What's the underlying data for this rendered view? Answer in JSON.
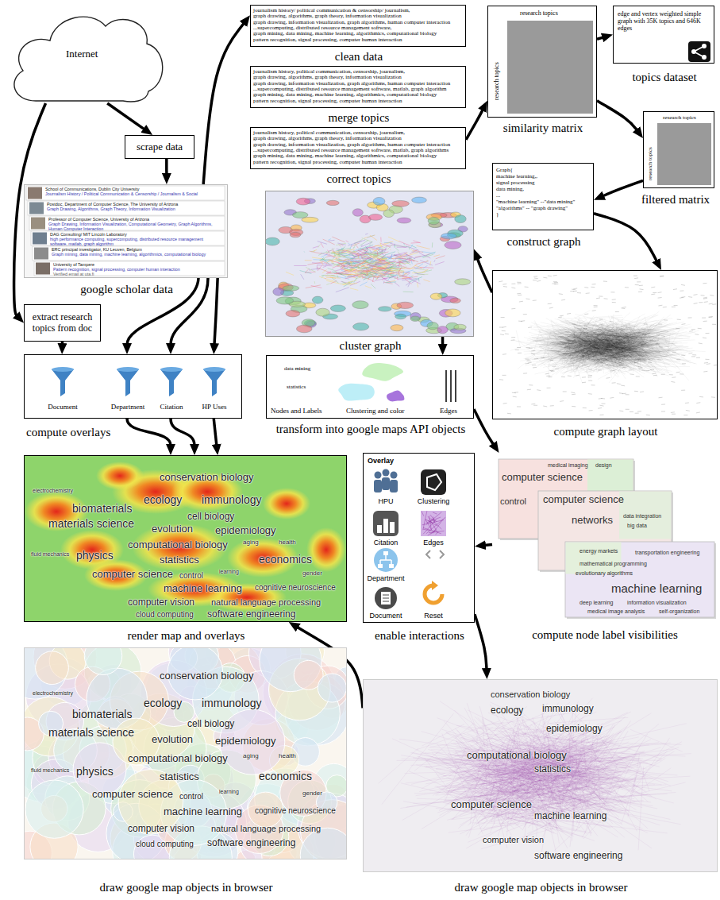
{
  "diagram": {
    "nodes": [
      {
        "text": [
          "Internet"
        ]
      },
      {
        "text": [
          "scrape data"
        ]
      },
      {
        "text": [
          "journalism history/ political communication & censorship/ journalism,",
          "graph drawing, algorithms, graph theory, information visualization",
          "graph drawing, information visualization, graph algorithms, human computer interaction",
          "...supercomputing, distributed resource management software,",
          "graph mining, data mining, machine learning, algorithmics, computational biology",
          "pattern recognition, signal processing, computer human interaction",
          "clean data"
        ]
      },
      {
        "text": [
          "journalism history, political communication, censorship, journalism,",
          "graph drawing, algorithms, graph theory, information visualization",
          "graph drawing, information visualization, graph algorithms, human computer interaction",
          "...supercomputing, distributed resource management software, matlab, graph algorithm",
          "graph mining, data mining, machine learning, algorithmics, computational biology",
          "pattern recognition, signal processing, computer human interaction",
          "merge topics"
        ]
      },
      {
        "text": [
          "journalism history, political communication, censorship, journalism,",
          "graph drawing, algorithms, graph theory, information visualization",
          "graph drawing, information visualization, graph algorithms, human computer interaction",
          "...supercomputing, distributed resource management software, matlab, graph algorithms",
          "graph mining, data mining, machine learning, algorithmics, computational biology",
          "pattern recognition, signal processing, computer human interaction",
          "correct topics"
        ]
      },
      {
        "text": [
          "research topics",
          "research topics",
          "similarity matrix"
        ]
      },
      {
        "text": [
          "edge and vertex weighted simple graph with 35K topics and 646K edges",
          "topics dataset"
        ]
      },
      {
        "text": [
          "research topics",
          "research topics",
          "filtered matrix"
        ]
      },
      {
        "text": [
          "School of Communications, Dublin City University",
          "Journalism History / Political Communication & Censorship / Journalism & Social",
          "Postdoc, Department of Computer Science, The University of Arizona",
          "Graph Drawing, Algorithms, Graph Theory, Information Visualization",
          "Professor of Computer Science, University of Arizona",
          "Graph Drawing, Information Visualization, Computational Geometry, Graph Algorithms, Human Computer Interaction",
          "DAG Consulting/ MIT Lincoln Laboratory",
          "high performance computing, supercomputing, distributed resource management software, matlab, graph algorithm",
          "ERC principal investigator, KU Leuven, Belgium",
          "Graph mining, data mining, machine learning, algorithmics, computational biology",
          "University of Tampere",
          "Pattern recognition, signal processing, computer human interaction",
          "Verified email at uta.fi",
          "google scholar data"
        ]
      },
      {
        "text": [
          "Graph{",
          "machine learning,,",
          "signal processing",
          "data mining,",
          "...",
          "\"machine learning\" --\"data mining\"",
          "\"algorithms\" -- \"graph drawing\"",
          "}",
          "construct graph"
        ]
      },
      {
        "text": [
          "cluster graph"
        ]
      },
      {
        "text": [
          "extract research topics from doc"
        ]
      },
      {
        "text": [
          "compute graph layout"
        ]
      },
      {
        "text": [
          "data mining",
          "statistics",
          "Nodes and Labels",
          "Clustering and color",
          "Edges",
          "transform into google maps API objects"
        ]
      },
      {
        "text": [
          "Document",
          "Department",
          "Citation",
          "HP Uses",
          "compute overlays"
        ]
      },
      {
        "text": [
          "electrochemistry",
          "conservation biology",
          "ecology",
          "immunology",
          "biomaterials",
          "cell biology",
          "materials science",
          "evolution",
          "epidemiology",
          "aging",
          "health",
          "computational biology",
          "physics",
          "fluid mechanics",
          "statistics",
          "economics",
          "learning",
          "computer science",
          "gender",
          "control",
          "machine learning",
          "cognitive neuroscience",
          "computer vision",
          "natural language processing",
          "cloud computing",
          "software engineering",
          "render map and overlays"
        ]
      },
      {
        "text": [
          "Overlay",
          "HPU",
          "Clustering",
          "Citation",
          "Edges",
          "Department",
          "Document",
          "Reset",
          "enable interactions"
        ]
      },
      {
        "text": [
          "medical imaging",
          "design",
          "computer science",
          "control",
          "computer science",
          "data integration",
          "networks",
          "big data",
          "energy markets",
          "transportation engineering",
          "mathematical programming",
          "evolutionary algorithms",
          "machine learning",
          "deep learning",
          "information visualization",
          "medical image analysis",
          "self-organization",
          "compute node label visibilities"
        ]
      },
      {
        "text": [
          "electrochemistry",
          "conservation biology",
          "ecology",
          "immunology",
          "biomaterials",
          "cell biology",
          "materials science",
          "evolution",
          "epidemiology",
          "aging",
          "health",
          "computational biology",
          "physics",
          "fluid mechanics",
          "statistics",
          "economics",
          "learning",
          "computer science",
          "gender",
          "control",
          "machine learning",
          "cognitive neuroscience",
          "computer vision",
          "natural language processing",
          "cloud computing",
          "software engineering",
          "draw google map objects in browser"
        ]
      },
      {
        "text": [
          "conservation biology",
          "ecology",
          "immunology",
          "epidemiology",
          "computational biology",
          "statistics",
          "computer science",
          "machine learning",
          "computer vision",
          "software engineering",
          "draw google map objects in browser"
        ]
      }
    ],
    "edges": [
      {
        "from": 0,
        "to": 1,
        "arrow": "to"
      },
      {
        "from": 1,
        "to": 8,
        "arrow": "to"
      },
      {
        "from": 0,
        "to": 11,
        "arrow": "to"
      },
      {
        "from": 8,
        "to": 2,
        "arrow": "to"
      },
      {
        "from": 4,
        "to": 5,
        "arrow": "to"
      },
      {
        "from": 5,
        "to": 6,
        "arrow": "to"
      },
      {
        "from": 5,
        "to": 7,
        "arrow": "to"
      },
      {
        "from": 7,
        "to": 9,
        "arrow": "to"
      },
      {
        "from": 9,
        "to": 12,
        "arrow": "to"
      },
      {
        "from": 12,
        "to": 10,
        "arrow": "to"
      },
      {
        "from": 10,
        "to": 13,
        "arrow": "to"
      },
      {
        "from": 13,
        "to": 17,
        "arrow": "to"
      },
      {
        "from": 17,
        "to": 16,
        "arrow": "to"
      },
      {
        "from": 16,
        "to": 19,
        "arrow": "to"
      },
      {
        "from": 19,
        "to": 15,
        "arrow": "to"
      },
      {
        "from": 11,
        "to": 14,
        "arrow": "to"
      },
      {
        "from": 8,
        "to": 14,
        "arrow": "to"
      },
      {
        "from": 14,
        "to": 15,
        "arrow": "to"
      }
    ]
  }
}
